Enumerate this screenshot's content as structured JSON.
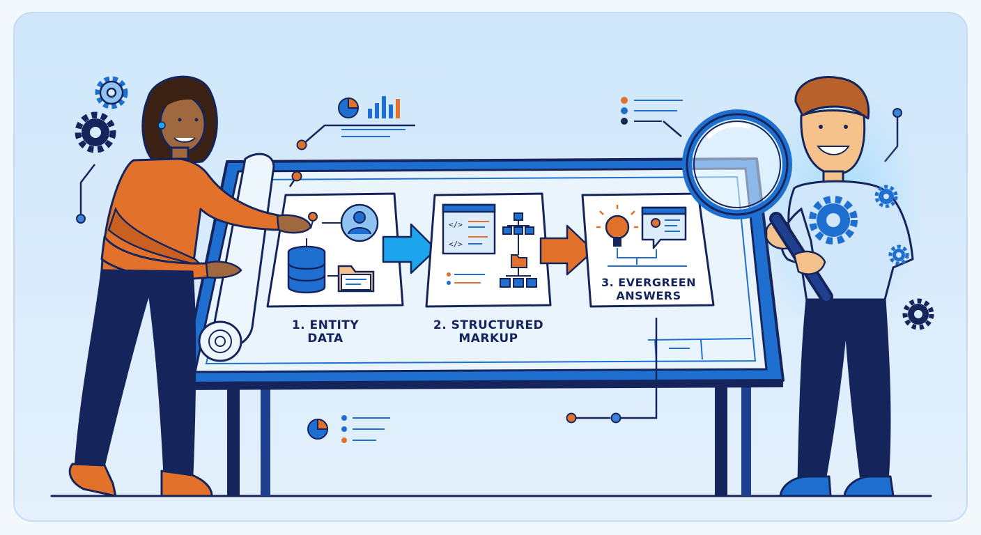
{
  "steps": [
    {
      "line1": "1. ENTITY",
      "line2": "DATA"
    },
    {
      "line1": "2. STRUCTURED",
      "line2": "MARKUP"
    },
    {
      "line1": "3. EVERGREEN",
      "line2": "ANSWERS"
    }
  ],
  "icons": {
    "step1": [
      "user-icon",
      "database-icon",
      "folder-icon"
    ],
    "step2": [
      "code-window-icon",
      "hierarchy-icon",
      "folder-icon",
      "list-icon"
    ],
    "step3": [
      "lightbulb-icon",
      "chat-bubble-icon"
    ],
    "decor": [
      "gear-icon",
      "pie-chart-icon",
      "bar-chart-icon",
      "list-icon",
      "magnifying-glass-icon"
    ]
  },
  "colors": {
    "navy": "#15255c",
    "blue": "#1f6fd1",
    "light_blue": "#cfe6fb",
    "orange": "#e2722b",
    "arrow_blue": "#1ca4ec",
    "background": "#d9ecfb"
  }
}
